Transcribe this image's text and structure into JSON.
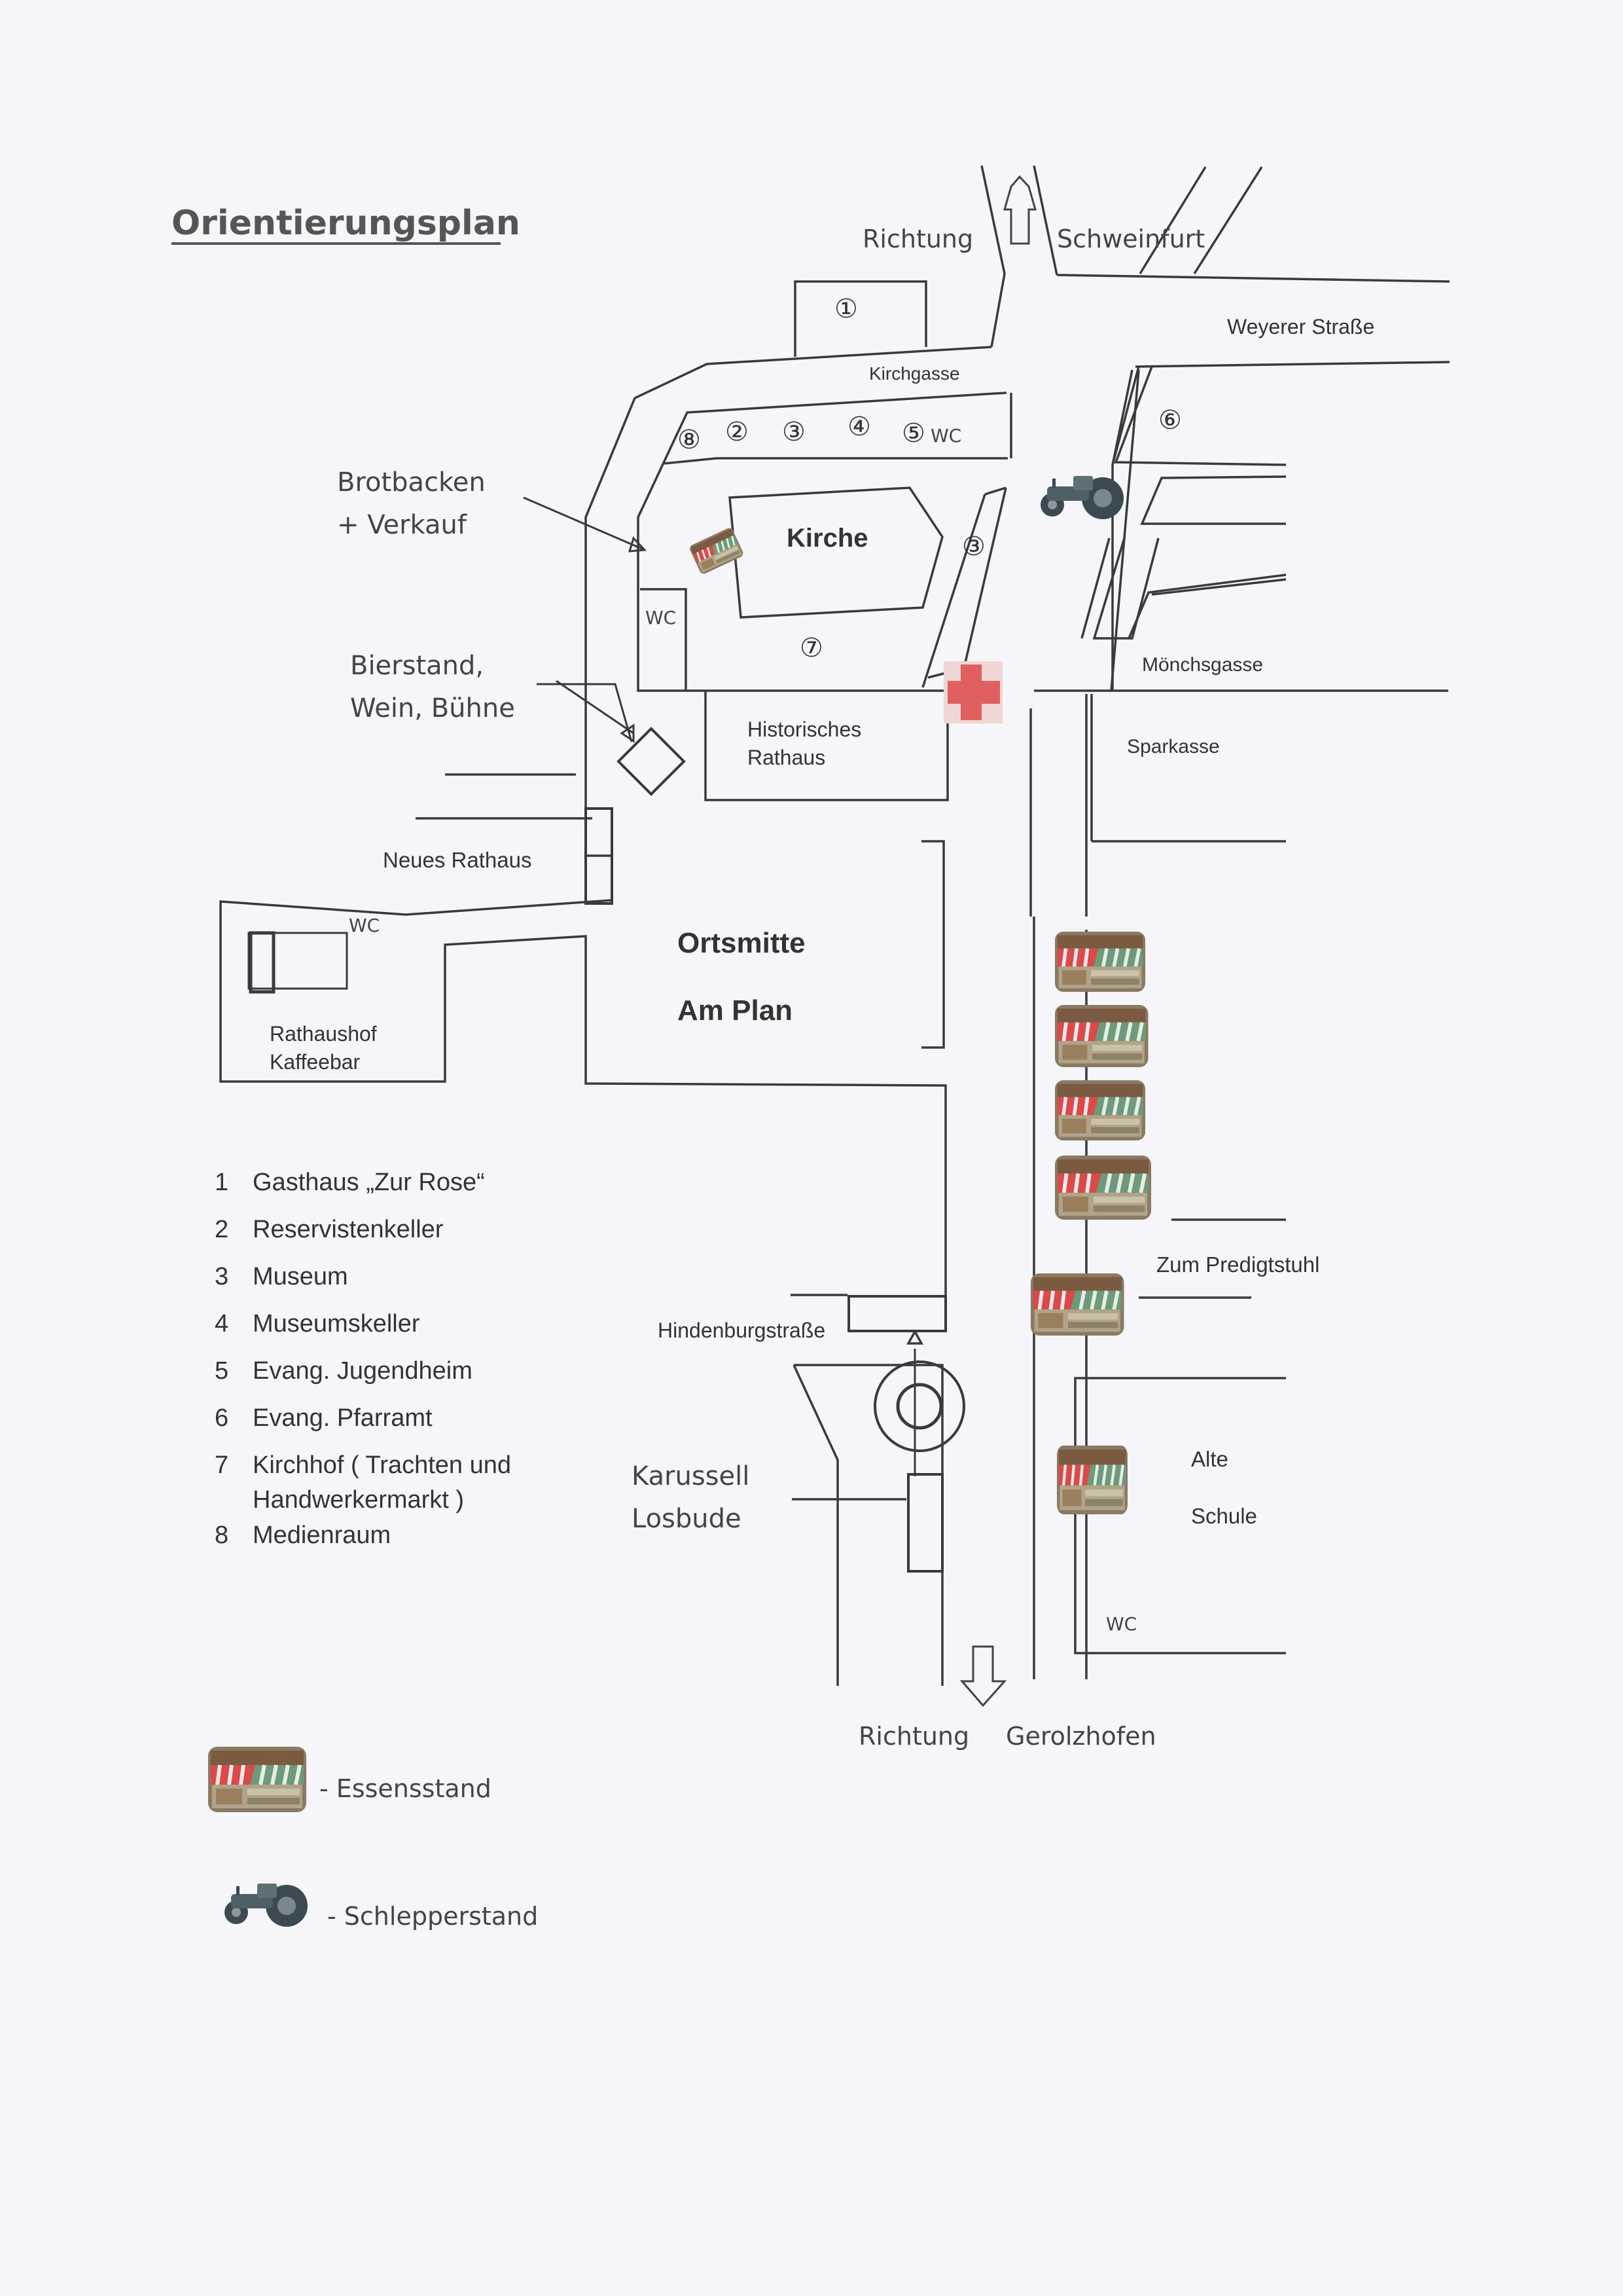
{
  "title": "Orientierungsplan",
  "directions": {
    "north_prefix": "Richtung",
    "north_town": "Schweinfurt",
    "south_prefix": "Richtung",
    "south_town": "Gerolzhofen"
  },
  "streets": {
    "kirchgasse": "Kirchgasse",
    "weyerer": "Weyerer Straße",
    "moenchsgasse": "Mönchsgasse",
    "hindenburg": "Hindenburgstraße",
    "predigtstuhl": "Zum Predigtstuhl"
  },
  "buildings": {
    "kirche": "Kirche",
    "historisches_1": "Historisches",
    "historisches_2": "Rathaus",
    "neues_rathaus": "Neues Rathaus",
    "rathaushof_1": "Rathaushof",
    "rathaushof_2": "Kaffeebar",
    "ortsmitte": "Ortsmitte",
    "am_plan": "Am Plan",
    "sparkasse": "Sparkasse",
    "alte": "Alte",
    "schule": "Schule",
    "wc": "WC"
  },
  "callouts": {
    "brot_1": "Brotbacken",
    "brot_2": "+ Verkauf",
    "bier_1": "Bierstand,",
    "bier_2": "Wein, Bühne",
    "karussell": "Karussell",
    "losbude": "Losbude"
  },
  "markers": {
    "m1": "①",
    "m2": "②",
    "m3": "③",
    "m4": "④",
    "m5": "⑤",
    "m6": "⑥",
    "m7": "⑦",
    "m8": "⑧"
  },
  "legend_list": [
    {
      "num": "1",
      "text": "Gasthaus „Zur Rose“"
    },
    {
      "num": "2",
      "text": "Reservistenkeller"
    },
    {
      "num": "3",
      "text": "Museum"
    },
    {
      "num": "4",
      "text": "Museumskeller"
    },
    {
      "num": "5",
      "text": "Evang. Jugendheim"
    },
    {
      "num": "6",
      "text": "Evang. Pfarramt"
    },
    {
      "num": "7",
      "text": "Kirchhof ( Trachten und",
      "text2": "Handwerkermarkt )"
    },
    {
      "num": "8",
      "text": "Medienraum"
    }
  ],
  "icon_legend": {
    "essen": "- Essensstand",
    "schlepper": "- Schlepperstand"
  },
  "icons": {
    "stall": "food-stall-icon",
    "tractor": "tractor-icon",
    "first_aid": "red-cross-icon",
    "arrow": "direction-arrow-icon"
  },
  "colors": {
    "red_cross": "#e06060",
    "stall_red": "#d94a4a",
    "stall_green": "#6f9a7a",
    "tractor": "#3b4a50"
  }
}
